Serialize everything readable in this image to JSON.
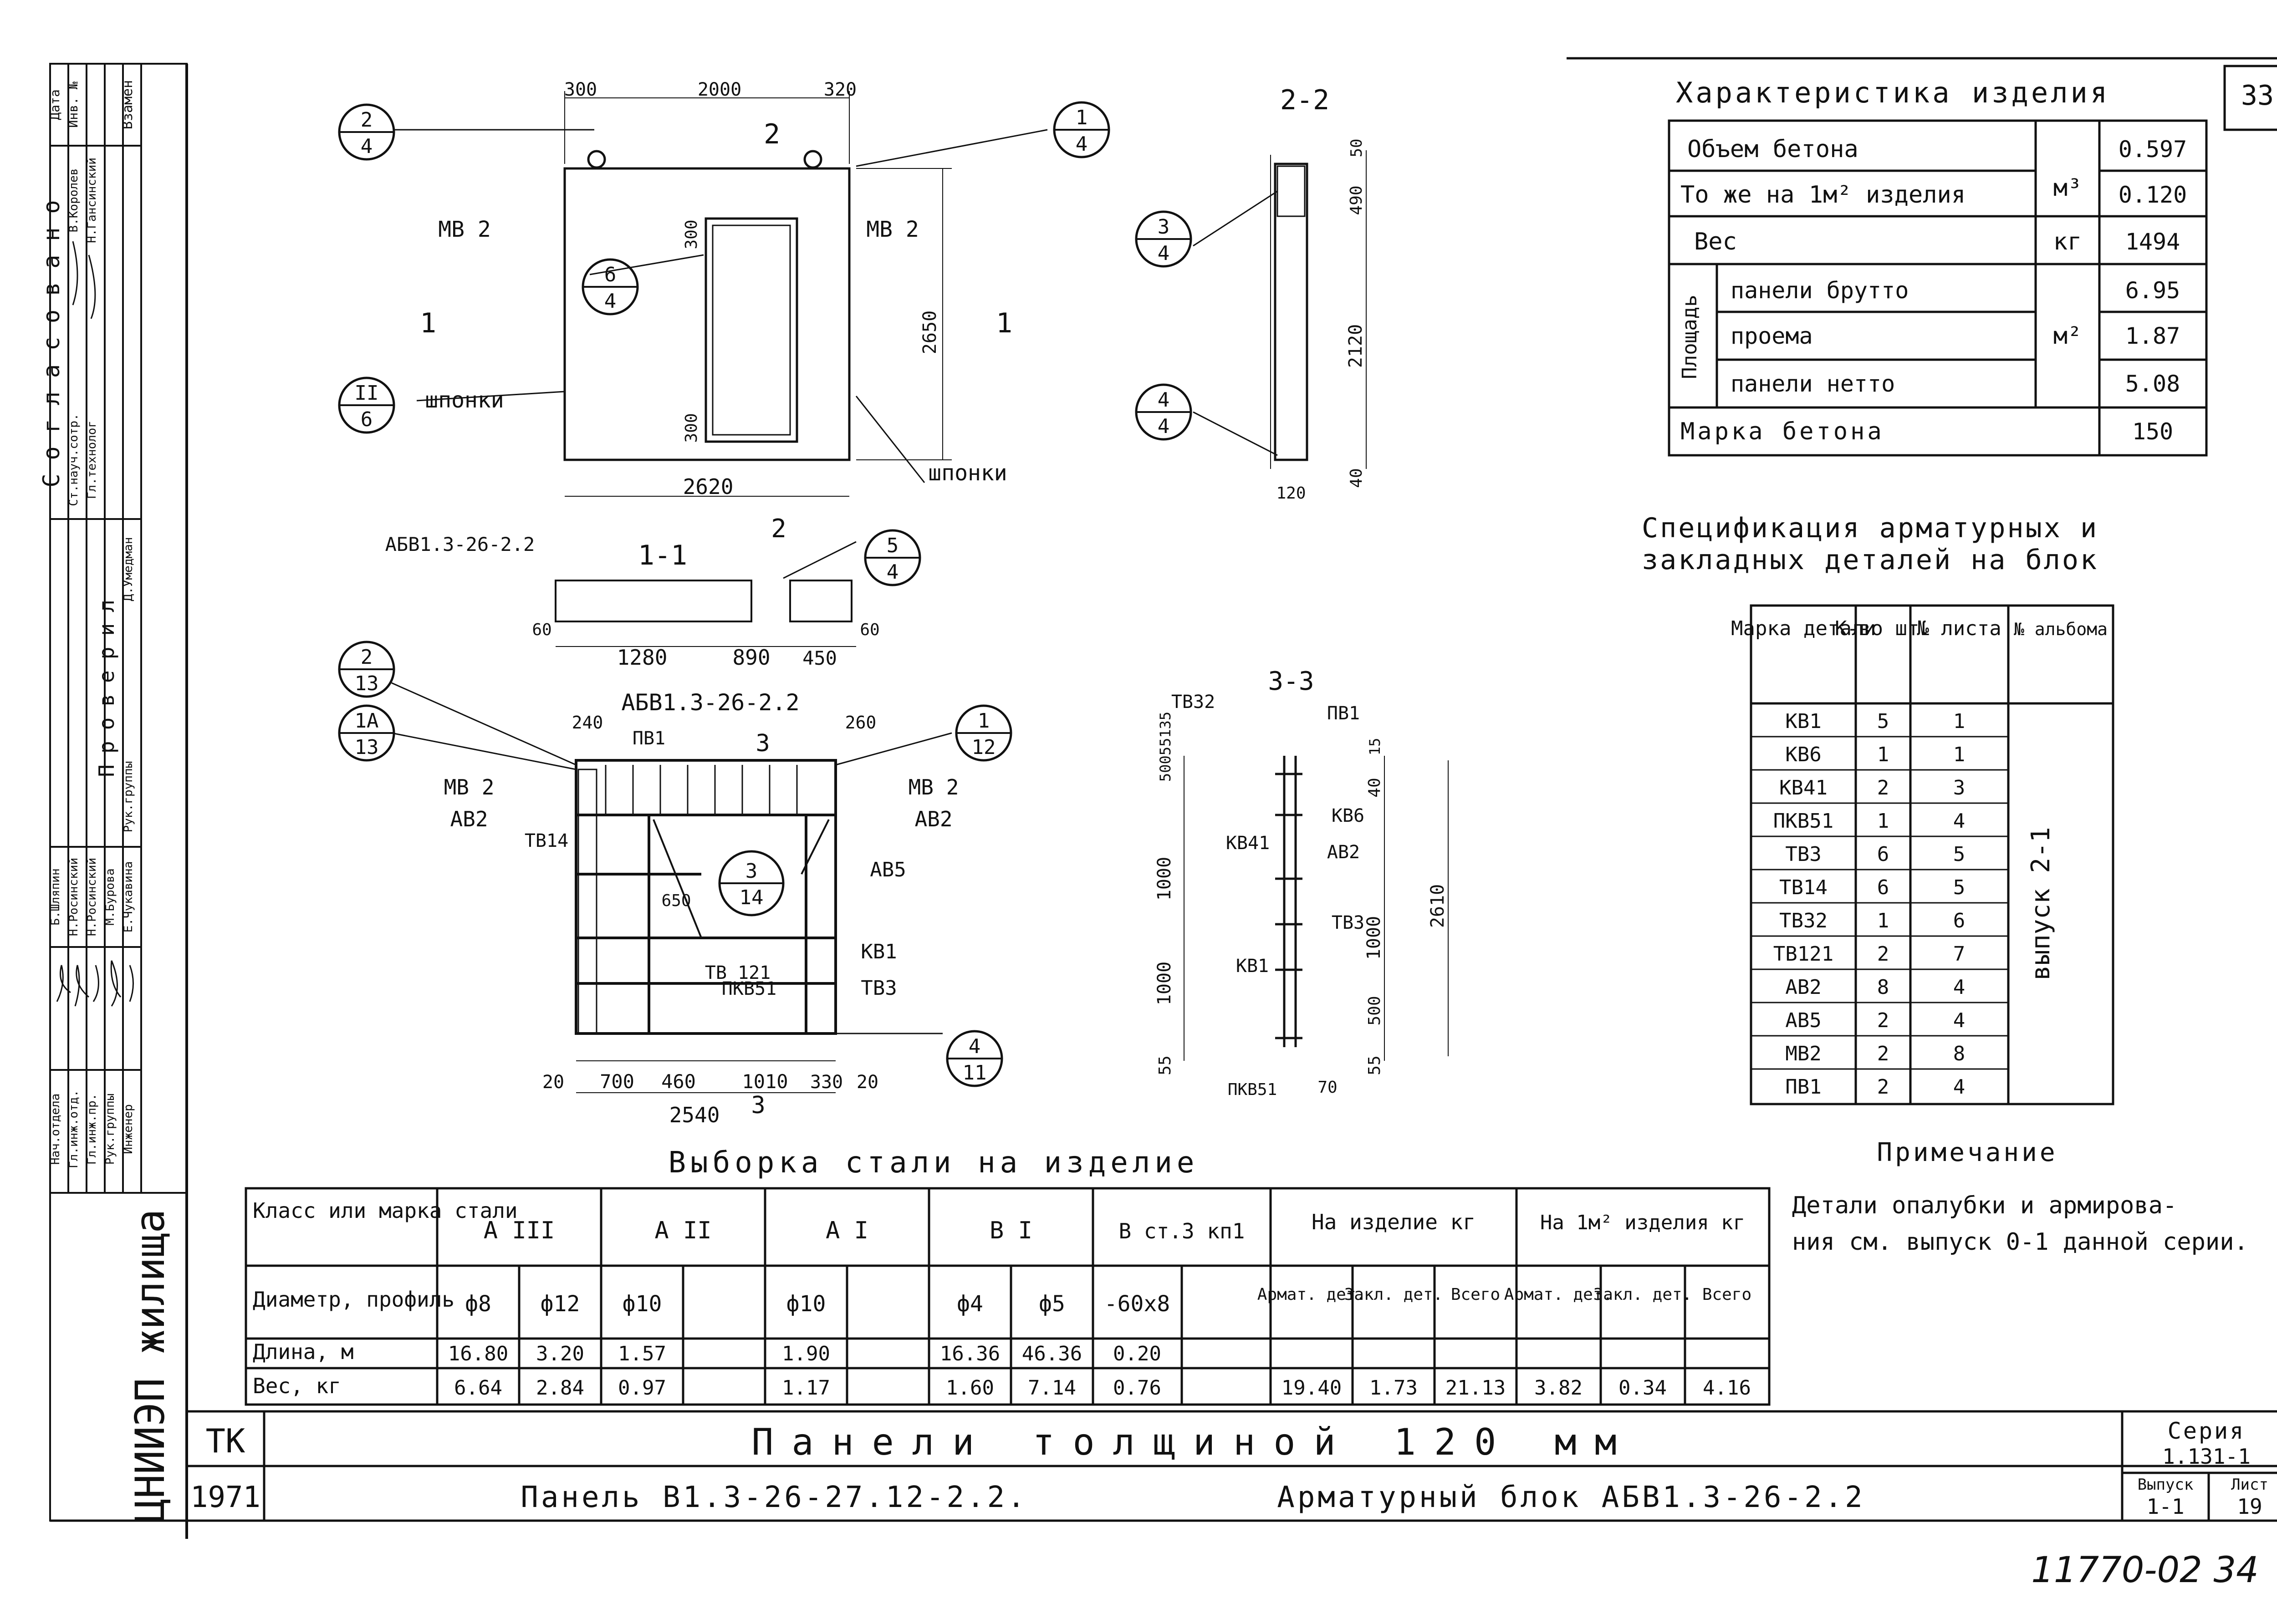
{
  "sheet_number": "33",
  "inventory_stamp": "11770-02  34",
  "characteristics": {
    "title": "Характеристика изделия",
    "rows": [
      {
        "label": "Объем бетона",
        "unit": "м³",
        "value": "0.597"
      },
      {
        "label": "То же на 1м² изделия",
        "unit": "",
        "value": "0.120"
      },
      {
        "label": "Вес",
        "unit": "кг",
        "value": "1494"
      },
      {
        "label": "панели брутто",
        "unit": "м²",
        "value": "6.95"
      },
      {
        "label": "проема",
        "unit": "",
        "value": "1.87"
      },
      {
        "label": "панели нетто",
        "unit": "",
        "value": "5.08"
      },
      {
        "label": "Марка бетона",
        "unit": "",
        "value": "150"
      }
    ],
    "area_label": "Площадь"
  },
  "spec": {
    "title_line1": "Спецификация арматурных и",
    "title_line2": "закладных деталей на блок",
    "headers": [
      "Марка детали",
      "К-во шт.",
      "№ листа",
      "№ альбома"
    ],
    "rows": [
      [
        "КВ1",
        "5",
        "1"
      ],
      [
        "КВ6",
        "1",
        "1"
      ],
      [
        "КВ41",
        "2",
        "3"
      ],
      [
        "ПКВ51",
        "1",
        "4"
      ],
      [
        "ТВ3",
        "6",
        "5"
      ],
      [
        "ТВ14",
        "6",
        "5"
      ],
      [
        "ТВ32",
        "1",
        "6"
      ],
      [
        "ТВ121",
        "2",
        "7"
      ],
      [
        "АВ2",
        "8",
        "4"
      ],
      [
        "АВ5",
        "2",
        "4"
      ],
      [
        "МВ2",
        "2",
        "8"
      ],
      [
        "ПВ1",
        "2",
        "4"
      ]
    ],
    "album": "выпуск 2-1"
  },
  "note": {
    "title": "Примечание",
    "line1": "Детали опалубки и армирова-",
    "line2": "ния см. выпуск 0-1 данной серии."
  },
  "steel": {
    "title": "Выборка стали на изделие",
    "h_class": "Класс или марка стали",
    "classes": [
      "А III",
      "А II",
      "А I",
      "В I",
      "В ст.3 кп1"
    ],
    "on_item": "На изделие кг",
    "on_m2": "На 1м² изделия кг",
    "h_diam": "Диаметр, профиль",
    "diams": [
      "ф8",
      "ф12",
      "ф10",
      "",
      "ф10",
      "",
      "ф4",
      "ф5",
      "-60х8",
      ""
    ],
    "sub": [
      "Армат. дет.",
      "Закл. дет.",
      "Всего",
      "Армат. дет.",
      "Закл. дет.",
      "Всего"
    ],
    "h_len": "Длина, м",
    "lens": [
      "16.80",
      "3.20",
      "1.57",
      "",
      "1.90",
      "",
      "16.36",
      "46.36",
      "0.20",
      ""
    ],
    "h_wt": "Вес, кг",
    "wts": [
      "6.64",
      "2.84",
      "0.97",
      "",
      "1.17",
      "",
      "1.60",
      "7.14",
      "0.76",
      ""
    ],
    "totals": [
      "19.40",
      "1.73",
      "21.13",
      "3.82",
      "0.34",
      "4.16"
    ]
  },
  "title_block": {
    "org": "ЦНИИЭП жилища",
    "tk": "ТК",
    "year": "1971",
    "line1": "Панели толщиной 120 мм",
    "line2a": "Панель В1.3-26-27.12-2.2.",
    "line2b": "Арматурный блок АБВ1.3-26-2.2",
    "series_label": "Серия",
    "series": "1.131-1",
    "issue_label": "Выпуск",
    "issue": "1-1",
    "sheet_label": "Лист",
    "sheet": "19"
  },
  "side_stamp": {
    "agreed": "Согласовано",
    "date": "Дата",
    "inv": "Инв. №",
    "replaces": "Взамен",
    "checked": "Проверил",
    "r1": [
      "Ст.науч.сотр.",
      "В.Королев"
    ],
    "r2": [
      "Гл.технолог",
      "Н.Гансинский"
    ],
    "r3": [
      "Рук.группы",
      "Д.Умедман"
    ],
    "r4": [
      "Нач.отдела",
      "Б.Шляпин"
    ],
    "r5": [
      "Гл.инж.отд.",
      "Н.Росинский"
    ],
    "r6": [
      "Гл.инж.пр.",
      "Н.Росинский"
    ],
    "r7": [
      "Рук.группы",
      "М.Бурова"
    ],
    "r8": [
      "Инженер",
      "Е.Чукавина"
    ]
  },
  "drawing": {
    "labels": {
      "mb2": "МВ 2",
      "shponki": "шпонки",
      "sec11": "1-1",
      "sec22": "2-2",
      "sec33": "3-3",
      "abv": "АБВ1.3-26-2.2",
      "pv1": "ПВ1",
      "ab2": "АВ2",
      "ab5": "АВ5",
      "tb14": "ТВ14",
      "tb121": "ТВ 121",
      "kb1": "КВ1",
      "tb3": "ТВ3",
      "pkb51": "ПКВ51",
      "tb32": "ТВ32",
      "kb41": "КВ41",
      "kb6": "КВ6",
      "two": "2",
      "one": "1",
      "three": "3"
    },
    "dims": {
      "d300": "300",
      "d2000": "2000",
      "d320": "320",
      "d2650": "2650",
      "d2620": "2620",
      "d50": "50",
      "d490": "490",
      "d2120": "2120",
      "d40": "40",
      "d120": "120",
      "d60": "60",
      "d1280": "1280",
      "d890": "890",
      "d450": "450",
      "d240": "240",
      "d260": "260",
      "d650": "650",
      "d20": "20",
      "d700": "700",
      "d460": "460",
      "d1010": "1010",
      "d330": "330",
      "d2540": "2540",
      "d15": "15",
      "d1000": "1000",
      "d500": "500",
      "d2610": "2610",
      "d55": "55",
      "d70": "70",
      "d5005535": "50055135"
    },
    "bubbles": {
      "b24": [
        "2",
        "4"
      ],
      "b14": [
        "1",
        "4"
      ],
      "b64": [
        "6",
        "4"
      ],
      "b116": [
        "II",
        "6"
      ],
      "b34": [
        "3",
        "4"
      ],
      "b44": [
        "4",
        "4"
      ],
      "b54": [
        "5",
        "4"
      ],
      "b213": [
        "2",
        "13"
      ],
      "b1a13": [
        "1А",
        "13"
      ],
      "b112": [
        "1",
        "12"
      ],
      "b314": [
        "3",
        "14"
      ],
      "b411": [
        "4",
        "11"
      ]
    }
  }
}
